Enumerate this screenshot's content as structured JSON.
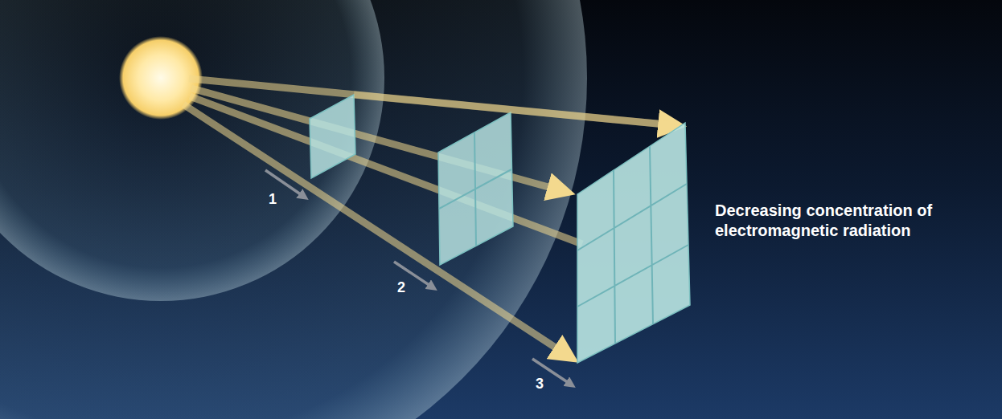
{
  "diagram": {
    "labels": [
      "1",
      "2",
      "3",
      "Decreasing concentration of electromagnetic radiation"
    ]
  }
}
